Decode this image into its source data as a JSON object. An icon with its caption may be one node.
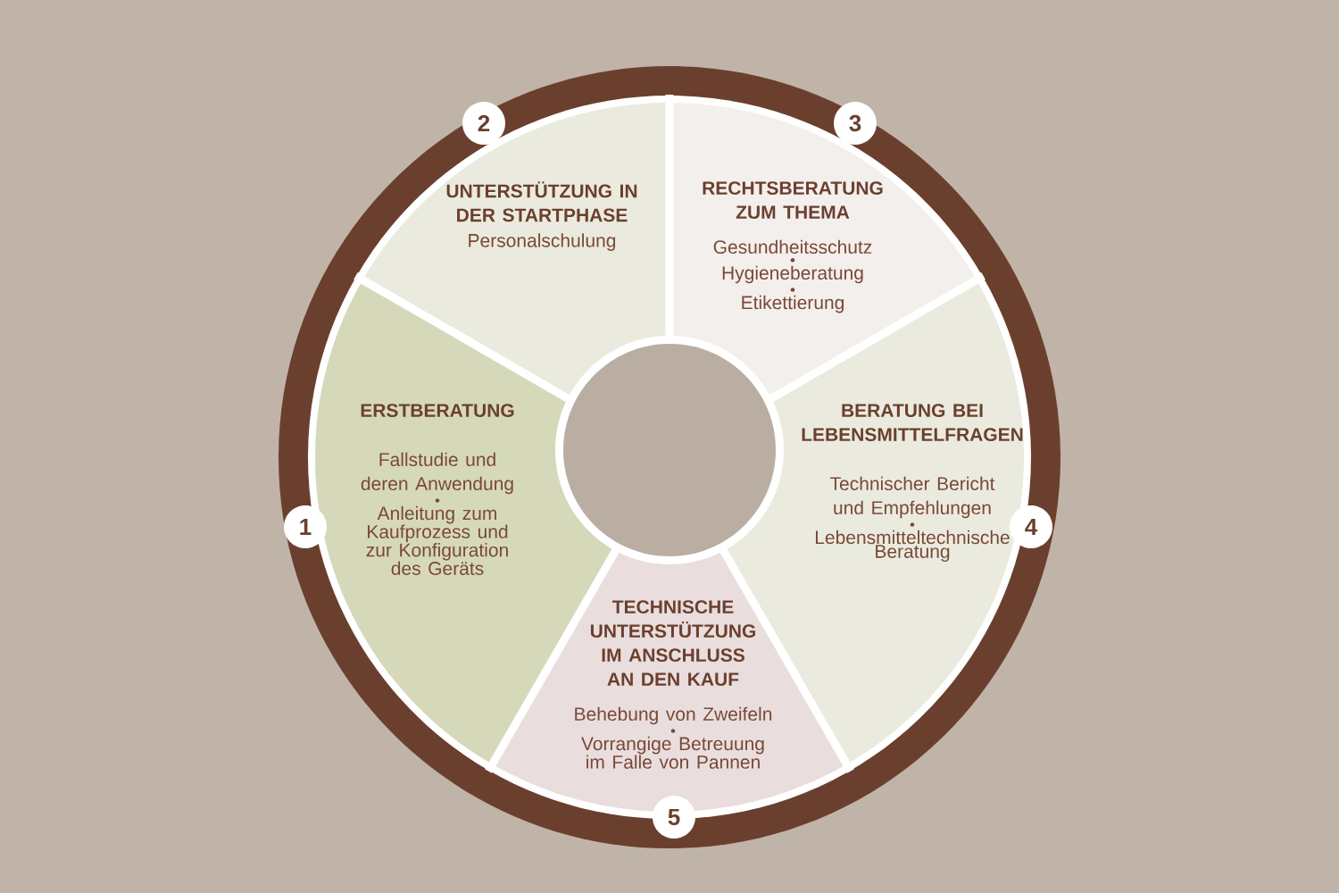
{
  "diagram": {
    "nodes": [
      {
        "text": [
          "2"
        ]
      },
      {
        "text": [
          "3"
        ]
      },
      {
        "text": [
          "UNTERSTÜTZUNG IN DER STARTPHASE",
          "Personalschulung"
        ]
      },
      {
        "text": [
          "RECHTSBERATUNG ZUM THEMA",
          "Gesundheitsschutz",
          "Hygieneberatung",
          "Etikettierung"
        ]
      },
      {
        "text": [
          "ERSTBERATUNG",
          "Fallstudie und deren Anwendung",
          "Anleitung zum Kaufprozess und zur Konfiguration des Geräts"
        ]
      },
      {
        "text": [
          "BERATUNG BEI LEBENSMITTELFRAGEN",
          "Technischer Bericht und Empfehlungen",
          "Lebensmitteltechnische Beratung"
        ]
      },
      {
        "text": [
          "1"
        ]
      },
      {
        "text": [
          "4"
        ]
      },
      {
        "text": [
          "TECHNISCHE UNTERSTÜTZUNG IM ANSCHLUSS AN DEN KAUF",
          "Behebung von Zweifeln",
          "Vorrangige Betreuung im Falle von Pannen"
        ]
      },
      {
        "text": [
          "5"
        ]
      }
    ]
  }
}
